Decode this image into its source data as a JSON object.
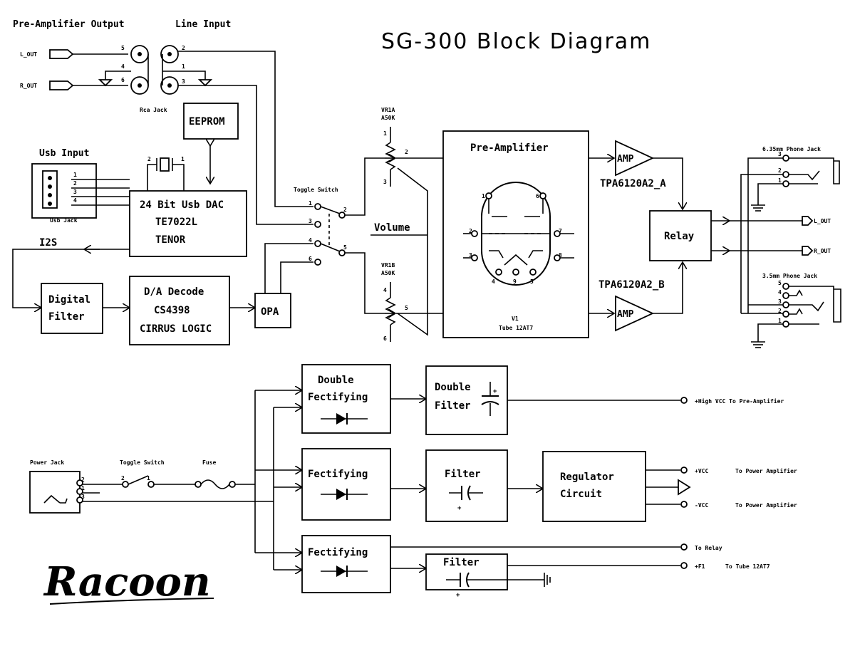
{
  "title": "SG-300 Block Diagram",
  "logo_text": "Racoon",
  "top_left": {
    "preamp_output_label": "Pre-Amplifier Output",
    "line_input_label": "Line Input",
    "l_out": "L_OUT",
    "r_out": "R_OUT",
    "rca_jack": "Rca Jack",
    "pins": [
      "5",
      "4",
      "6",
      "2",
      "1",
      "3"
    ]
  },
  "eeprom": "EEPROM",
  "usb": {
    "input_label": "Usb Input",
    "jack_label": "Usb Jack",
    "pins": [
      "1",
      "2",
      "3",
      "4"
    ],
    "crystal_pins": [
      "2",
      "1"
    ]
  },
  "dac": {
    "line1": "24 Bit Usb DAC",
    "line2": "TE7022L",
    "line3": "TENOR"
  },
  "i2s": "I2S",
  "digital_filter": {
    "line1": "Digital",
    "line2": "Filter"
  },
  "da_decode": {
    "line1": "D/A Decode",
    "line2": "CS4398",
    "line3": "CIRRUS LOGIC"
  },
  "opa": "OPA",
  "toggle_switch": {
    "label": "Toggle Switch",
    "pins": [
      "1",
      "2",
      "3",
      "4",
      "5",
      "6"
    ]
  },
  "volume": {
    "label": "Volume",
    "vr1a": "VR1A",
    "vr1a_val": "A50K",
    "vr1b": "VR1B",
    "vr1b_val": "A50K",
    "pins": [
      "1",
      "2",
      "3",
      "4",
      "5",
      "6"
    ]
  },
  "preamp": {
    "label": "Pre-Amplifier",
    "tube_name": "V1",
    "tube_type": "Tube 12AT7",
    "pins": [
      "1",
      "6",
      "2",
      "7",
      "3",
      "8",
      "4",
      "9",
      "5"
    ]
  },
  "amp": {
    "label": "AMP",
    "chip_a": "TPA6120A2_A",
    "chip_b": "TPA6120A2_B"
  },
  "relay": "Relay",
  "phones": {
    "jack_635": "6.35mm Phone Jack",
    "jack_35": "3.5mm Phone Jack",
    "l_out": "L_OUT",
    "r_out": "R_OUT",
    "pins_635": [
      "3",
      "2",
      "1"
    ],
    "pins_35": [
      "5",
      "4",
      "3",
      "2",
      "1"
    ]
  },
  "power": {
    "power_jack": "Power Jack",
    "toggle_switch": "Toggle Switch",
    "fuse": "Fuse",
    "jack_pins": [
      "2",
      "1",
      "3"
    ],
    "switch_pins": [
      "2",
      "1"
    ],
    "double_rect": {
      "line1": "Double",
      "line2": "Fectifying"
    },
    "double_filter": {
      "line1": "Double",
      "line2": "Filter"
    },
    "rect2": "Fectifying",
    "rect3": "Fectifying",
    "filter2": "Filter",
    "filter3": "Filter",
    "regulator": {
      "line1": "Regulator",
      "line2": "Circuit"
    },
    "out_high_vcc": "+High VCC To Pre-Amplifier",
    "out_pvcc": "+VCC",
    "out_pvcc_to": "To Power Amplifier",
    "out_nvcc": "-VCC",
    "out_nvcc_to": "To Power Amplifier",
    "out_relay": "To Relay",
    "out_f1": "+F1",
    "out_f1_to": "To Tube 12AT7",
    "plus": "+"
  }
}
